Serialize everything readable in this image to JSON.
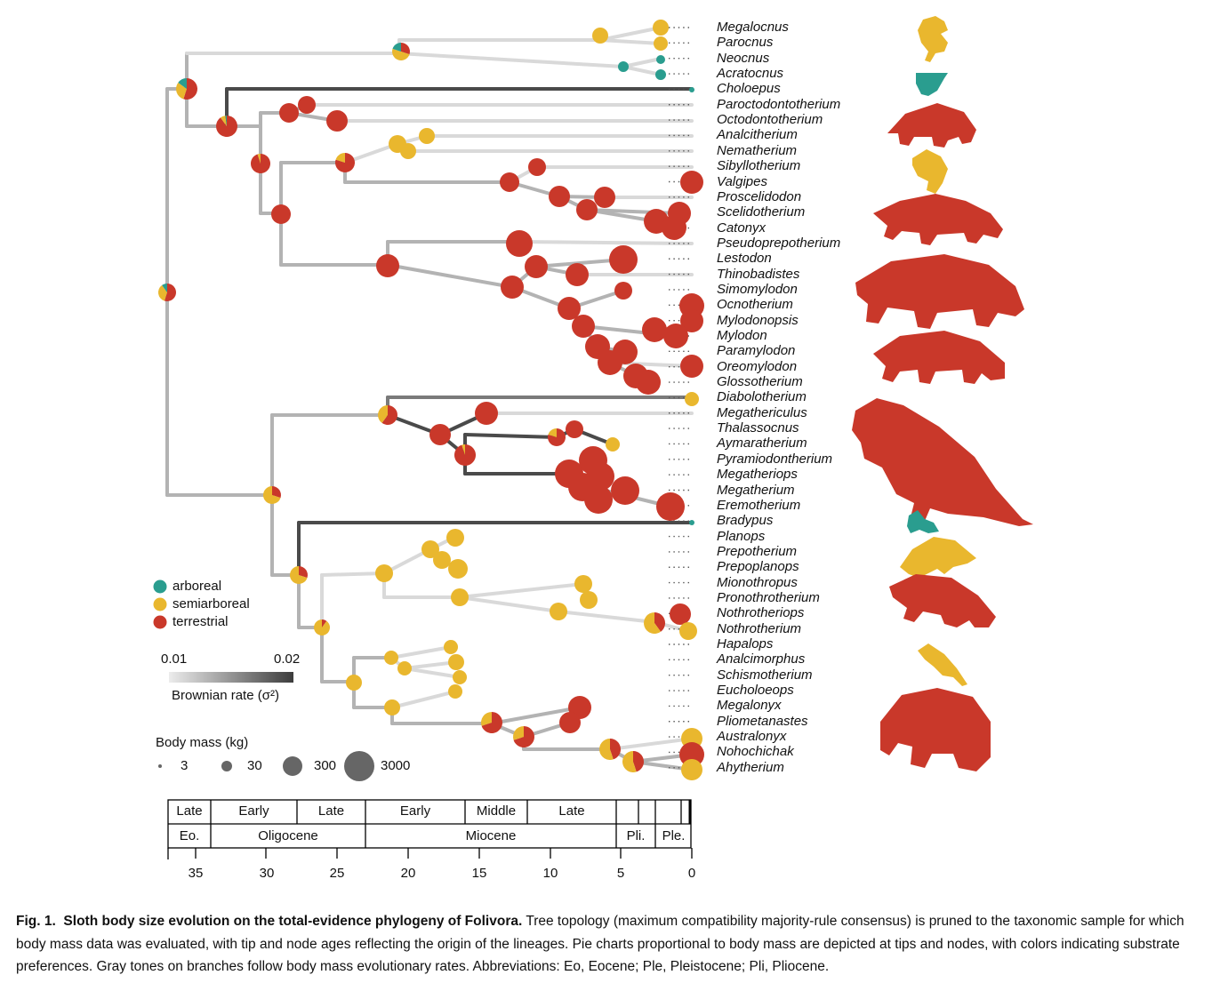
{
  "taxa": [
    "Megalocnus",
    "Parocnus",
    "Neocnus",
    "Acratocnus",
    "Choloepus",
    "Paroctodontotherium",
    "Octodontotherium",
    "Analcitherium",
    "Nematherium",
    "Sibyllotherium",
    "Valgipes",
    "Proscelidodon",
    "Scelidotherium",
    "Catonyx",
    "Pseudoprepotherium",
    "Lestodon",
    "Thinobadistes",
    "Simomylodon",
    "Ocnotherium",
    "Mylodonopsis",
    "Mylodon",
    "Paramylodon",
    "Oreomylodon",
    "Glossotherium",
    "Diabolotherium",
    "Megathericulus",
    "Thalassocnus",
    "Aymaratherium",
    "Pyramiodontherium",
    "Megatheriops",
    "Megatherium",
    "Eremotherium",
    "Bradypus",
    "Planops",
    "Prepotherium",
    "Prepoplanops",
    "Mionothropus",
    "Pronothrotherium",
    "Nothrotheriops",
    "Nothrotherium",
    "Hapalops",
    "Analcimorphus",
    "Schismotherium",
    "Eucholoeops",
    "Megalonyx",
    "Pliometanastes",
    "Australonyx",
    "Nohochichak",
    "Ahytherium"
  ],
  "colors": {
    "arboreal": "#2a9d8f",
    "semiarboreal": "#e9b72e",
    "terrestrial": "#c9382a"
  },
  "legend": {
    "substrate": [
      {
        "key": "arboreal",
        "label": "arboreal"
      },
      {
        "key": "semiarboreal",
        "label": "semiarboreal"
      },
      {
        "key": "terrestrial",
        "label": "terrestrial"
      }
    ],
    "rate_min": "0.01",
    "rate_max": "0.02",
    "rate_title": "Brownian rate (σ²)",
    "mass_title": "Body mass (kg)",
    "mass_values": [
      "3",
      "30",
      "300",
      "3000"
    ]
  },
  "timescale": {
    "epochs_sub": [
      "Late",
      "Early",
      "Late",
      "Early",
      "Middle",
      "Late"
    ],
    "epochs": [
      "Eo.",
      "Oligocene",
      "Miocene",
      "Pli.",
      "Ple."
    ],
    "ticks": [
      "35",
      "30",
      "25",
      "20",
      "15",
      "10",
      "5",
      "0"
    ]
  },
  "caption": {
    "label": "Fig. 1.",
    "title": "Sloth body size evolution on the total-evidence phylogeny of Folivora.",
    "text": "Tree topology (maximum compatibility majority-rule consensus) is pruned to the taxonomic sample for which body mass data was evaluated, with tip and node ages reflecting the origin of the lineages. Pie charts proportional to body mass are depicted at tips and nodes, with colors indicating substrate preferences. Gray tones on branches follow body mass evolutionary rates. Abbreviations: Eo, Eocene; Ple, Pleistocene; Pli, Pliocene."
  }
}
